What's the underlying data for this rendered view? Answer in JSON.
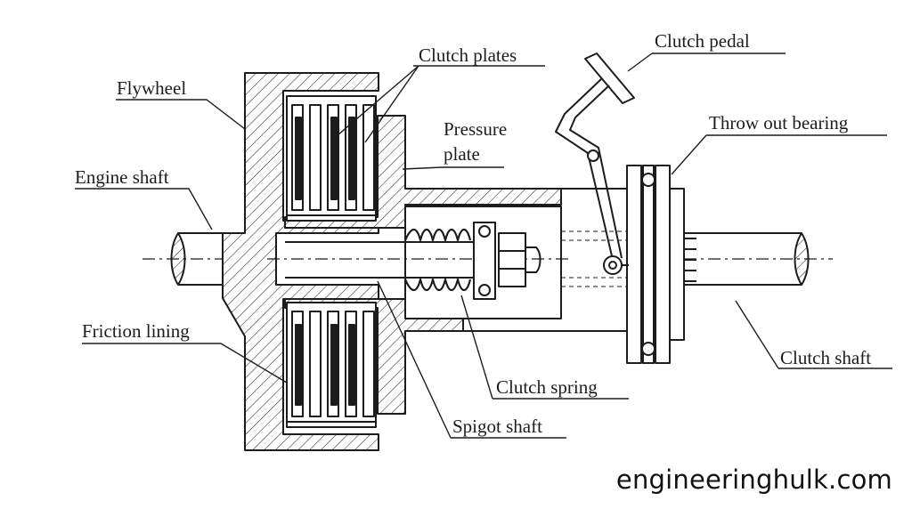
{
  "diagram": {
    "labels": {
      "flywheel": "Flywheel",
      "engine_shaft": "Engine shaft",
      "friction_lining": "Friction lining",
      "clutch_plates": "Clutch plates",
      "pressure_plate": "Pressure\nplate",
      "clutch_spring": "Clutch spring",
      "spigot_shaft": "Spigot shaft",
      "clutch_pedal": "Clutch pedal",
      "throw_out_bearing": "Throw out bearing",
      "clutch_shaft": "Clutch shaft"
    },
    "colors": {
      "line": "#1c1c1c",
      "hatch": "#2a2a2a",
      "background": "#ffffff"
    }
  },
  "watermark": "engineeringhulk.com"
}
